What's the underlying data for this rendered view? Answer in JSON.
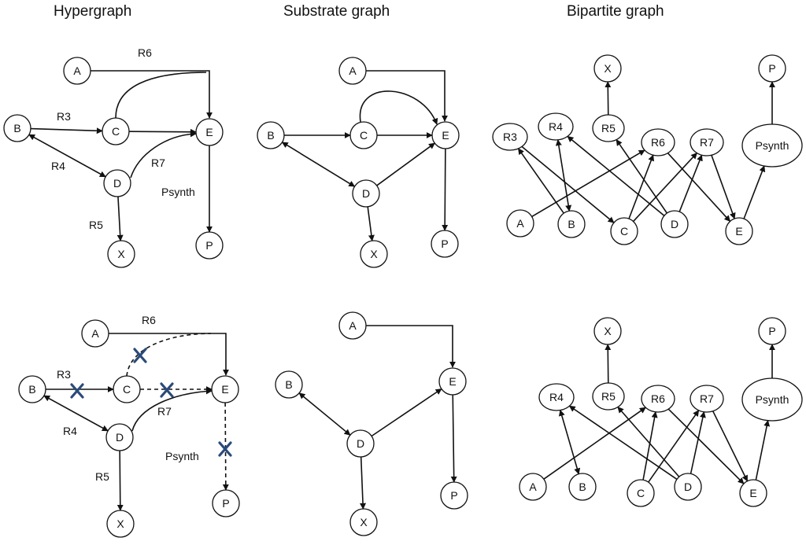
{
  "titles": {
    "hypergraph": "Hypergraph",
    "substrate": "Substrate graph",
    "bipartite": "Bipartite graph"
  },
  "nodes": {
    "A": "A",
    "B": "B",
    "C": "C",
    "D": "D",
    "E": "E",
    "P": "P",
    "X": "X",
    "R3": "R3",
    "R4": "R4",
    "R5": "R5",
    "R6": "R6",
    "R7": "R7",
    "Psynth": "Psynth"
  },
  "edge_labels": {
    "R3": "R3",
    "R4": "R4",
    "R5": "R5",
    "R6": "R6",
    "R7": "R7",
    "Psynth": "Psynth"
  },
  "colors": {
    "ink": "#111111",
    "knockout_mark": "#2a4a7a"
  },
  "annotations": {
    "knockout_marker": "X"
  }
}
